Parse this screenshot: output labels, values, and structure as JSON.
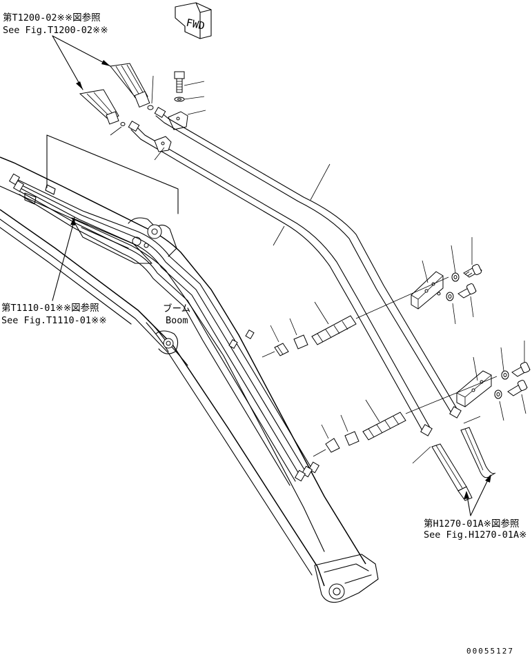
{
  "references": {
    "top_left": {
      "jp": "第T1200-02※※図参照",
      "en": "See Fig.T1200-02※※"
    },
    "mid_left": {
      "jp": "第T1110-01※※図参照",
      "en": "See Fig.T1110-01※※"
    },
    "bottom_right": {
      "jp": "第H1270-01A※図参照",
      "en": "See Fig.H1270-01A※"
    }
  },
  "boom_label": {
    "jp": "ブーム",
    "en": "Boom"
  },
  "fwd_label": "FWD",
  "drawing_number": "00055127"
}
